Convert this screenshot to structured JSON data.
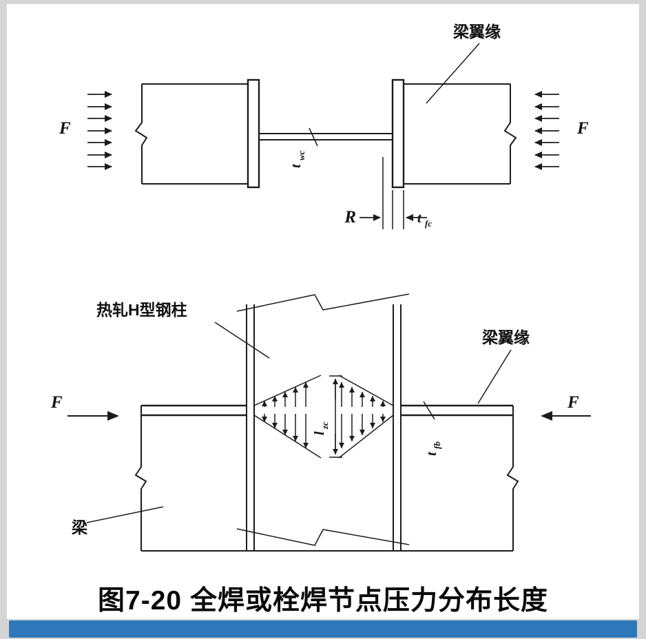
{
  "figure": {
    "caption": "图7-20 全焊或栓焊节点压力分布长度"
  },
  "top_diagram": {
    "beam_flange_label": "梁翼缘",
    "force_left_label": "F",
    "force_right_label": "F",
    "web_thickness": {
      "main": "t",
      "sub": "wc"
    },
    "radius_label": "R",
    "flange_thickness": {
      "main": "t",
      "sub": "fc"
    }
  },
  "bottom_diagram": {
    "column_label": "热轧H型钢柱",
    "beam_flange_label": "梁翼缘",
    "force_left_label": "F",
    "force_right_label": "F",
    "spread_length": {
      "main": "l",
      "sub": "zc"
    },
    "beam_flange_thickness": {
      "main": "t",
      "sub": "fb"
    },
    "beam_label": "梁"
  },
  "colors": {
    "background": "#d5d5d5",
    "panel": "#ffffff",
    "line": "#1b1b1b",
    "accent_bar": "#2e77b8"
  }
}
